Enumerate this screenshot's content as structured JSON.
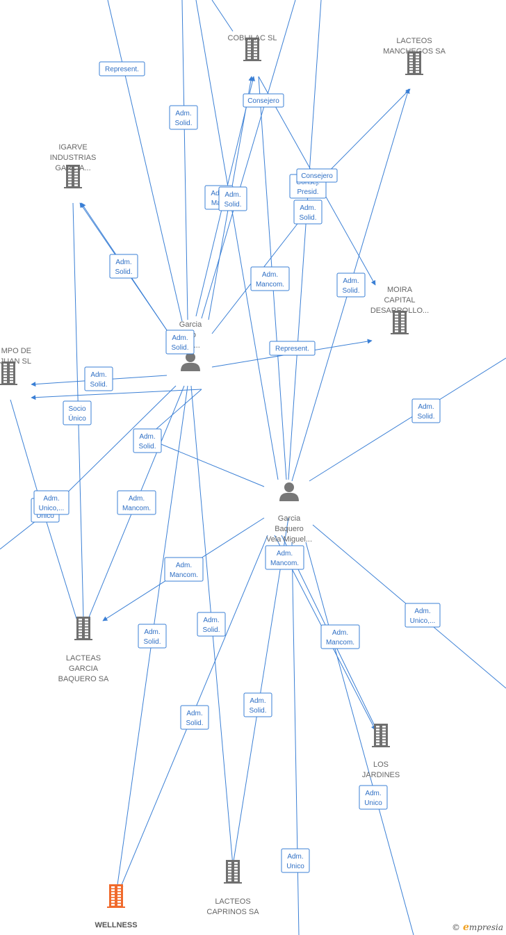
{
  "colors": {
    "edge": "#3a7fd5",
    "company": "#6f6f6f",
    "highlight": "#f06a2c",
    "person": "#777777"
  },
  "brand": {
    "copyright": "©",
    "initial": "e",
    "rest": "mpresia"
  },
  "nodes": [
    {
      "id": "coblilac",
      "kind": "company",
      "icon": "building-icon",
      "lines": [
        "COBLILAC SL"
      ]
    },
    {
      "id": "lacteos_manchegos",
      "kind": "company",
      "icon": "building-icon",
      "lines": [
        "LACTEOS",
        "MANCHEGOS SA"
      ]
    },
    {
      "id": "igarve",
      "kind": "company",
      "icon": "building-icon",
      "lines": [
        "IGARVE",
        "INDUSTRIAS",
        "GARCIA..."
      ]
    },
    {
      "id": "moira",
      "kind": "company",
      "icon": "building-icon",
      "lines": [
        "MOIRA",
        "CAPITAL",
        "DESARROLLO..."
      ]
    },
    {
      "id": "campo",
      "kind": "company",
      "icon": "building-icon",
      "lines": [
        "MPO DE",
        "JUAN  SL"
      ]
    },
    {
      "id": "person1",
      "kind": "person",
      "icon": "person-icon",
      "lines": [
        "Garcia",
        "ero",
        "aria..."
      ]
    },
    {
      "id": "person2",
      "kind": "person",
      "icon": "person-icon",
      "lines": [
        "Garcia",
        "Baquero",
        "Vela Miguel..."
      ]
    },
    {
      "id": "lacteas_garcia",
      "kind": "company",
      "icon": "building-icon",
      "lines": [
        "LACTEAS",
        "GARCIA",
        "BAQUERO SA"
      ]
    },
    {
      "id": "los_jardines",
      "kind": "company",
      "icon": "building-icon",
      "lines": [
        "LOS",
        "JARDINES"
      ]
    },
    {
      "id": "lacteos_caprinos",
      "kind": "company",
      "icon": "building-icon",
      "lines": [
        "LACTEOS",
        "CAPRINOS SA"
      ]
    },
    {
      "id": "wellness",
      "kind": "highlight",
      "icon": "building-icon",
      "lines": [
        "WELLNESS"
      ]
    }
  ],
  "edge_labels": [
    [
      "Represent."
    ],
    [
      "Adm.",
      "Solid."
    ],
    [
      "Consejero"
    ],
    [
      "Adm.",
      "Ma..."
    ],
    [
      "Adm.",
      "Solid."
    ],
    [
      "Consej.",
      "Presid."
    ],
    [
      "Consejero"
    ],
    [
      "Adm.",
      "Solid."
    ],
    [
      "Adm.",
      "Solid."
    ],
    [
      "Adm.",
      "Mancom."
    ],
    [
      "Adm.",
      "Solid."
    ],
    [
      "Adm.",
      "Solid."
    ],
    [
      "Represent."
    ],
    [
      "Adm.",
      "Solid."
    ],
    [
      "Socio",
      "Único"
    ],
    [
      "Adm.",
      "Solid."
    ],
    [
      "Adm.",
      "Solid."
    ],
    [
      "Adm.",
      "Unico"
    ],
    [
      "Adm.",
      "Unico,..."
    ],
    [
      "Adm.",
      "Mancom."
    ],
    [
      "Adm.",
      "Mancom."
    ],
    [
      "Adm.",
      "Mancom."
    ],
    [
      "Adm.",
      "Unico,..."
    ],
    [
      "Adm.",
      "Solid."
    ],
    [
      "Adm.",
      "Solid."
    ],
    [
      "Adm.",
      "Mancom."
    ],
    [
      "Adm.",
      "Solid."
    ],
    [
      "Adm.",
      "Solid."
    ],
    [
      "Adm.",
      "Unico"
    ],
    [
      "Adm.",
      "Unico"
    ]
  ]
}
